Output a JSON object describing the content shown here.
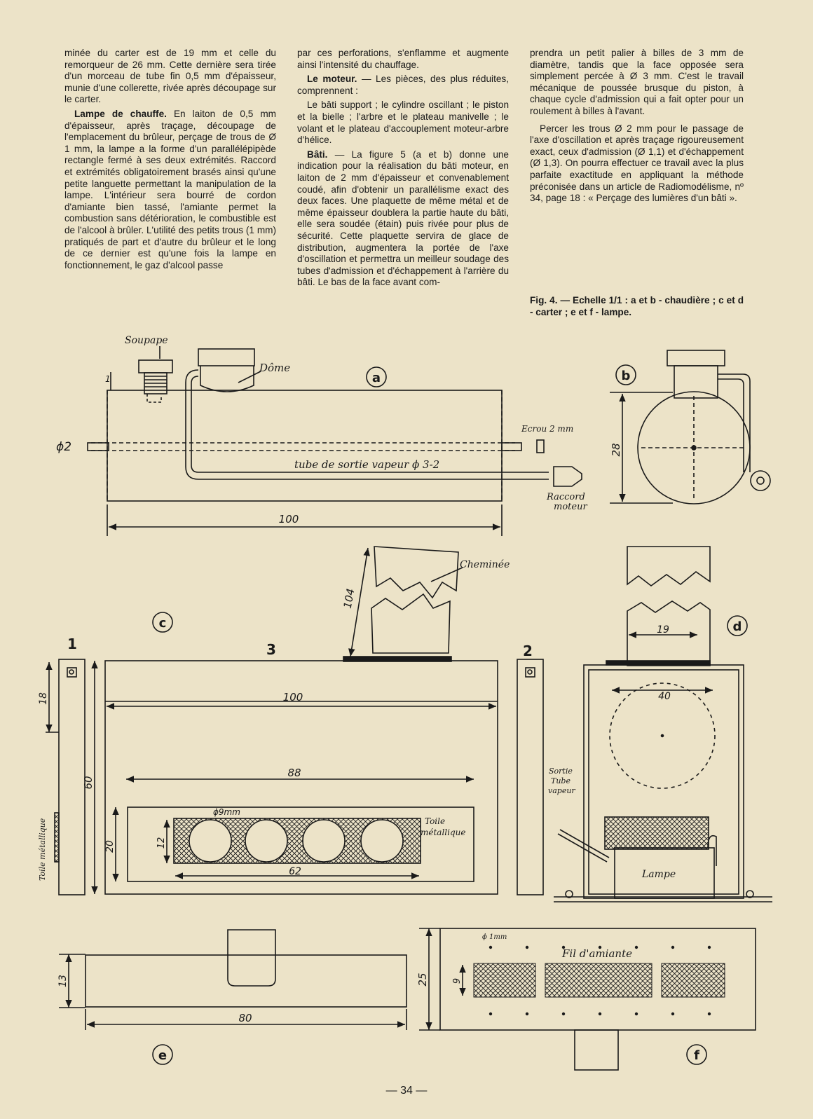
{
  "columns": {
    "col1": {
      "p1": "minée du carter est de 19 mm et celle du remorqueur de 26 mm. Cette dernière sera tirée d'un morceau de tube fin 0,5 mm d'épaisseur, munie d'une collerette, rivée après découpage sur le carter.",
      "p2_head": "Lampe de chauffe.",
      "p2_body": " En laiton de 0,5 mm d'épaisseur, après traçage, découpage de l'emplacement du brûleur, perçage de trous de Ø 1 mm, la lampe a la forme d'un parallélépipède rectangle fermé à ses deux extrémités. Raccord et extrémités obligatoirement brasés ainsi qu'une petite languette permettant la manipulation de la lampe. L'intérieur sera bourré de cordon d'amiante bien tassé, l'amiante permet la combustion sans détérioration, le combustible est de l'alcool à brûler. L'utilité des petits trous (1 mm) pratiqués de part et d'autre du brûleur et le long de ce dernier est qu'une fois la lampe en fonctionnement, le gaz d'alcool passe"
    },
    "col2": {
      "p1": "par ces perforations, s'enflamme et augmente ainsi l'intensité du chauffage.",
      "p2_head": "Le moteur.",
      "p2_body": " — Les pièces, des plus réduites, comprennent :",
      "p3": "Le bâti support ; le cylindre oscillant ; le piston et la bielle ; l'arbre et le plateau manivelle ; le volant et le plateau d'accouplement moteur-arbre d'hélice.",
      "p4_head": "Bâti.",
      "p4_body": " — La figure 5 (a et b) donne une indication pour la réalisation du bâti moteur, en laiton de 2 mm d'épaisseur et convenablement coudé, afin d'obtenir un parallélisme exact des deux faces. Une plaquette de même métal et de même épaisseur doublera la partie haute du bâti, elle sera soudée (étain) puis rivée pour plus de sécurité. Cette plaquette servira de glace de distribution, augmentera la portée de l'axe d'oscillation et permettra un meilleur soudage des tubes d'admission et d'échappement à l'arrière du bâti. Le bas de la face avant com-"
    },
    "col3": {
      "p1": "prendra un petit palier à billes de 3 mm de diamètre, tandis que la face opposée sera simplement percée à Ø 3 mm. C'est le travail mécanique de poussée brusque du piston, à chaque cycle d'admission qui a fait opter pour un roulement à billes à l'avant.",
      "p2": "Percer les trous Ø 2 mm pour le passage de l'axe d'oscillation et après traçage rigoureusement exact, ceux d'admission (Ø 1,1) et d'échappement (Ø 1,3). On pourra effectuer ce travail avec la plus parfaite exactitude en appliquant la méthode préconisée dans un article de Radiomodélisme, nº 34, page 18 : « Perçage des lumières d'un bâti »."
    }
  },
  "caption": "Fig. 4. — Echelle 1/1 : a et b - chaudière ; c et d - carter ; e et f - lampe.",
  "figure": {
    "letters": {
      "a": "a",
      "b": "b",
      "c": "c",
      "d": "d",
      "e": "e",
      "f": "f"
    },
    "a": {
      "soupape": "Soupape",
      "dome": "Dôme",
      "ecrou": "Ecrou 2 mm",
      "diam": "ϕ2",
      "tube": "tube de sortie vapeur ϕ 3-2",
      "raccord1": "Raccord",
      "raccord2": "moteur",
      "length": "100",
      "small": "1"
    },
    "b": {
      "height": "28"
    },
    "c": {
      "cheminee": "Cheminée",
      "chem_h": "104",
      "view1": "1",
      "view2": "2",
      "view3": "3",
      "w100": "100",
      "h60": "60",
      "h18": "18",
      "w88": "88",
      "h20": "20",
      "h12": "12",
      "w62": "62",
      "d9": "ϕ9mm",
      "toile1": "Toile",
      "toile2": "métallique",
      "toile_side": "Toile métallique"
    },
    "d": {
      "w19": "19",
      "w40": "40",
      "sortie1": "Sortie",
      "sortie2": "Tube",
      "sortie3": "vapeur",
      "lampe": "Lampe"
    },
    "e": {
      "h13": "13",
      "w80": "80"
    },
    "f": {
      "h25": "25",
      "h9": "9",
      "d1": "ϕ 1mm",
      "fil": "Fil d'amiante"
    }
  },
  "folio": "— 34 —",
  "colors": {
    "paper": "#ece3c8",
    "ink": "#1a1a1a"
  }
}
